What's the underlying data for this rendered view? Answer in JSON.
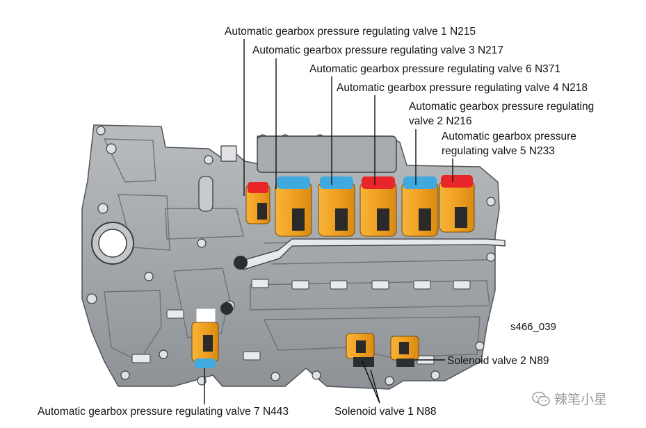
{
  "figure_id": "s466_039",
  "watermark": "辣笔小星",
  "labels": {
    "n215": "Automatic gearbox pressure regulating valve 1 N215",
    "n217": "Automatic gearbox pressure regulating valve 3 N217",
    "n371": "Automatic gearbox pressure regulating valve 6 N371",
    "n218": "Automatic gearbox pressure regulating valve 4 N218",
    "n216": "Automatic gearbox pressure regulating valve 2 N216",
    "n233": "Automatic gearbox pressure regulating valve 5 N233",
    "n89": "Solenoid valve 2 N89",
    "n88": "Solenoid valve 1 N88",
    "n443": "Automatic gearbox pressure regulating valve 7 N443"
  },
  "colors": {
    "housing": "#9ea2a6",
    "housing_dark": "#6e7276",
    "valve_body": "#f0a020",
    "cap_red": "#e8262a",
    "cap_blue": "#3fa9e0",
    "leader": "#111111"
  }
}
